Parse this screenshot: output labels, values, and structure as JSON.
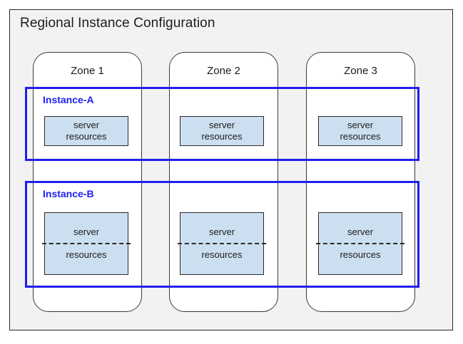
{
  "diagram": {
    "title": "Regional Instance Configuration",
    "background_color": "#f2f2f2",
    "frame_border_color": "#2a2a2a",
    "accent_color": "#1f1fee",
    "resource_fill_color": "#ccdff0"
  },
  "zones": [
    {
      "label": "Zone 1"
    },
    {
      "label": "Zone 2"
    },
    {
      "label": "Zone 3"
    }
  ],
  "instances": [
    {
      "label": "Instance-A",
      "resources": [
        {
          "line1": "server",
          "line2": "resources"
        },
        {
          "line1": "server",
          "line2": "resources"
        },
        {
          "line1": "server",
          "line2": "resources"
        }
      ]
    },
    {
      "label": "Instance-B",
      "resources": [
        {
          "line1": "server",
          "line2": "resources"
        },
        {
          "line1": "server",
          "line2": "resources"
        },
        {
          "line1": "server",
          "line2": "resources"
        }
      ]
    }
  ]
}
